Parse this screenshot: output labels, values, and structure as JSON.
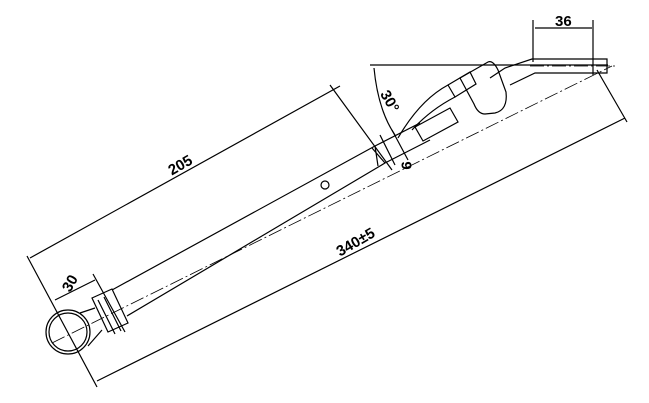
{
  "dimensions": {
    "arm_length": "205",
    "overall_length": "340±5",
    "loop_offset": "30",
    "tip_length": "36",
    "bend_angle": "30°",
    "hinge_offset": "9"
  },
  "colors": {
    "line": "#000000",
    "background": "#ffffff"
  }
}
